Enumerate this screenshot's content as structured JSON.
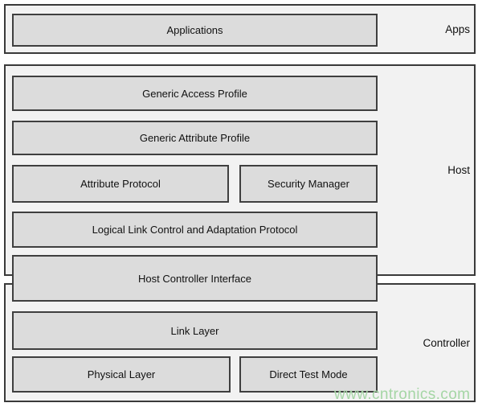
{
  "stack": {
    "apps": {
      "label": "Apps",
      "blocks": [
        {
          "label": "Applications"
        }
      ]
    },
    "host": {
      "label": "Host",
      "blocks": [
        {
          "label": "Generic Access Profile"
        },
        {
          "label": "Generic Attribute Profile"
        },
        {
          "label": "Attribute Protocol"
        },
        {
          "label": "Security Manager"
        },
        {
          "label": "Logical Link Control and Adaptation Protocol"
        }
      ]
    },
    "hci": {
      "label": "Host Controller Interface"
    },
    "controller": {
      "label": "Controller",
      "blocks": [
        {
          "label": "Link Layer"
        },
        {
          "label": "Physical Layer"
        },
        {
          "label": "Direct Test Mode"
        }
      ]
    }
  },
  "watermark": {
    "text": "www.cntronics.com",
    "color": "#a5d6a5"
  },
  "colors": {
    "background": "#ffffff",
    "section_fill": "#f2f2f2",
    "block_fill": "#dcdcdc",
    "border": "#3a3a3a",
    "text": "#111111"
  }
}
